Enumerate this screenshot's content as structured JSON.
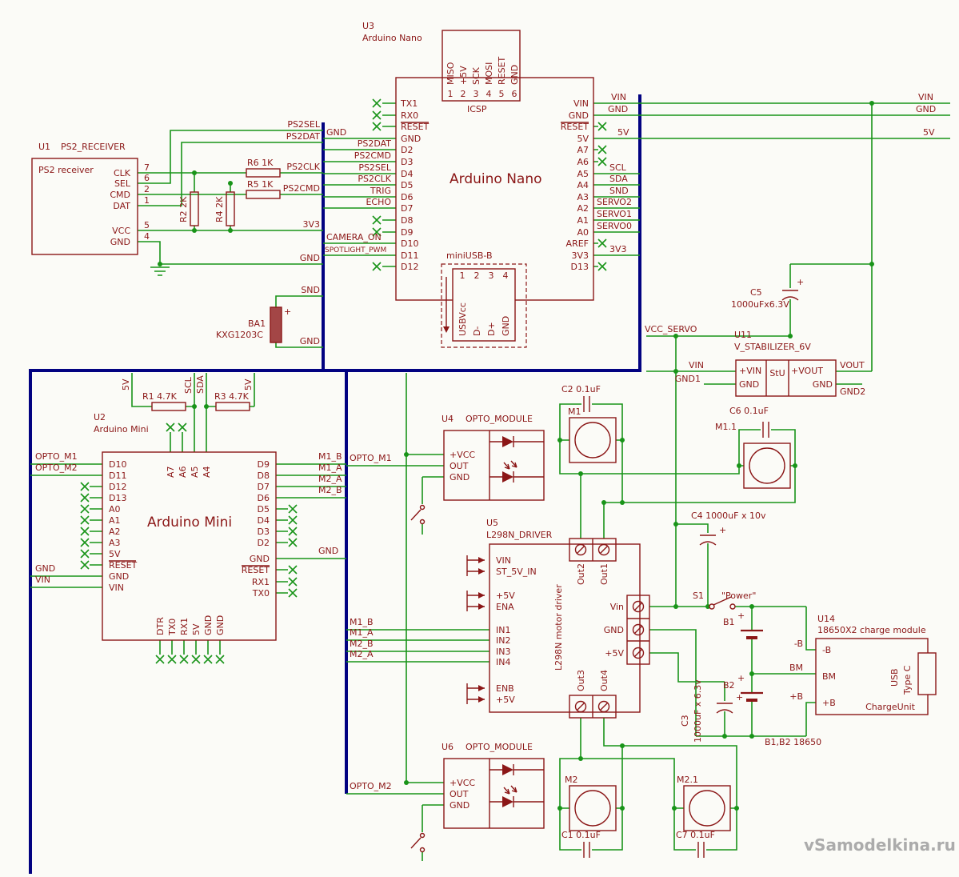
{
  "watermark": "vSamodelkina.ru",
  "rails": {
    "vin": "VIN",
    "gnd": "GND",
    "v5": "5V"
  },
  "ps2": {
    "ref": "U1",
    "name": "PS2_RECEIVER",
    "inner": "PS2 receiver",
    "pins": [
      "CLK",
      "SEL",
      "CMD",
      "DAT",
      "VCC",
      "GND"
    ],
    "nums": [
      "7",
      "6",
      "2",
      "1",
      "5",
      "4"
    ],
    "nets": {
      "clk": "PS2CLK",
      "sel": "PS2SEL",
      "cmd": "PS2CMD",
      "dat": "PS2DAT",
      "v33": "3V3",
      "gnd": "GND"
    }
  },
  "res": {
    "r1": "R1 4.7K",
    "r2": "R2 2K",
    "r3": "R3 4.7K",
    "r4": "R4 2K",
    "r5": "R5 1K",
    "r6": "R6 1K"
  },
  "buzzer": {
    "ref": "BA1",
    "part": "KXG1203C",
    "plus": "+",
    "snd": "SND",
    "gnd": "GND"
  },
  "nano": {
    "ref": "U3",
    "type": "Arduino Nano",
    "title": "Arduino Nano",
    "icsp": {
      "label": "ICSP",
      "pins": [
        "MISO",
        "+5V",
        "SCK",
        "MOSI",
        "RESET",
        "GND"
      ],
      "nums": [
        "1",
        "2",
        "3",
        "4",
        "5",
        "6"
      ]
    },
    "usb": {
      "label": "miniUSB-B",
      "pins": [
        "USBVcc",
        "D-",
        "D+",
        "GND"
      ],
      "nums": [
        "1",
        "2",
        "3",
        "4"
      ]
    },
    "left_pins": [
      "TX1",
      "RX0",
      "RESET",
      "GND",
      "D2",
      "D3",
      "D4",
      "D5",
      "D6",
      "D7",
      "D8",
      "D9",
      "D10",
      "D11",
      "D12"
    ],
    "right_pins": [
      "VIN",
      "GND",
      "RESET",
      "5V",
      "A7",
      "A6",
      "A5",
      "A4",
      "A3",
      "A2",
      "A1",
      "A0",
      "AREF",
      "3V3",
      "D13"
    ],
    "lnets": {
      "gnd": "GND",
      "d2": "PS2DAT",
      "d3": "PS2CMD",
      "d4": "PS2SEL",
      "d5": "PS2CLK",
      "d6": "TRIG",
      "d7": "ECHO",
      "d10": "CAMERA_ON",
      "d11": "SPOTLIGHT_PWM"
    },
    "rnets": {
      "vin": "VIN",
      "gnd": "GND",
      "v5": "5V",
      "scl": "SCL",
      "sda": "SDA",
      "snd": "SND",
      "s2": "SERVO2",
      "s1": "SERVO1",
      "s0": "SERVO0",
      "v33": "3V3"
    }
  },
  "mini": {
    "ref": "U2",
    "type": "Arduino Mini",
    "title": "Arduino Mini",
    "left_pins": [
      "D10",
      "D11",
      "D12",
      "D13",
      "A0",
      "A1",
      "A2",
      "A3",
      "5V",
      "RESET",
      "GND",
      "VIN"
    ],
    "right_pins": [
      "D9",
      "D8",
      "D7",
      "D6",
      "D5",
      "D4",
      "D3",
      "D2",
      "GND",
      "RESET",
      "RX1",
      "TX0"
    ],
    "top_pins": [
      "A7",
      "A6",
      "A5",
      "A4"
    ],
    "bot_pins": [
      "DTR",
      "TX0",
      "RX1",
      "5V",
      "GND",
      "GND"
    ],
    "lnets": {
      "o1": "OPTO_M1",
      "o2": "OPTO_M2",
      "gnd": "GND",
      "vin": "VIN"
    },
    "rnets": {
      "m1b": "M1_B",
      "m1a": "M1_A",
      "m2a": "M2_A",
      "m2b": "M2_B",
      "gnd": "GND"
    },
    "tnets": {
      "v5l": "5V",
      "scl": "SCL",
      "sda": "SDA",
      "v5r": "5V"
    }
  },
  "opto1": {
    "ref": "U4",
    "type": "OPTO_MODULE",
    "vcc": "+VCC",
    "out": "OUT",
    "gnd": "GND",
    "net": "OPTO_M1"
  },
  "opto2": {
    "ref": "U6",
    "type": "OPTO_MODULE",
    "vcc": "+VCC",
    "out": "OUT",
    "gnd": "GND",
    "net": "OPTO_M2"
  },
  "driver": {
    "ref": "U5",
    "type": "L298N_DRIVER",
    "inner": "L298N motor driver",
    "pins": [
      "VIN",
      "ST_5V_IN",
      "+5V",
      "ENA",
      "IN1",
      "IN2",
      "IN3",
      "IN4",
      "ENB",
      "+5V"
    ],
    "t_top": [
      "Out2",
      "Out1"
    ],
    "t_bot": [
      "Out3",
      "Out4"
    ],
    "t_right": [
      "Vin",
      "GND",
      "+5V"
    ],
    "nets": [
      "M1_B",
      "M1_A",
      "M2_B",
      "M2_A"
    ]
  },
  "motors": {
    "m1": "M1",
    "m11": "M1.1",
    "m2": "M2",
    "m21": "M2.1"
  },
  "caps": {
    "c1": "C1  0.1uF",
    "c2": "C2  0.1uF",
    "c4": "C4  1000uF x 10v",
    "c6": "C6  0.1uF",
    "c7": "C7  0.1uF",
    "c5r": "C5",
    "c5v": "1000uFx6.3V",
    "c3r": "C3",
    "c3v": "1000uF x 6.3v",
    "plus": "+"
  },
  "stab": {
    "ref": "U11",
    "type": "V_STABILIZER_6V",
    "vin": "+VIN",
    "gndl": "GND",
    "core": "StU",
    "vout": "+VOUT",
    "gndr": "GND",
    "nets": {
      "vcc_servo": "VCC_SERVO",
      "vin": "VIN",
      "gnd1": "GND1",
      "vout": "VOUT",
      "gnd2": "GND2"
    }
  },
  "power": {
    "s1": "S1",
    "name": "\"Power\"",
    "b1": "B1",
    "b2": "B2",
    "plus": "+",
    "note": "B1,B2 18650"
  },
  "charge": {
    "ref": "U14",
    "type": "18650X2 charge module",
    "nb": "-B",
    "bm": "BM",
    "pb": "+B",
    "usb": "USB",
    "typec": "Type C",
    "unit": "ChargeUnit",
    "nets": {
      "nb": "-B",
      "bm": "BM",
      "pb": "+B"
    }
  }
}
